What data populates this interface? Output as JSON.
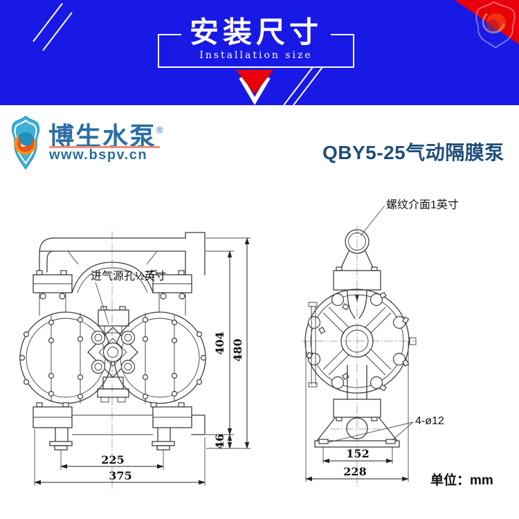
{
  "banner": {
    "title": "安装尺寸",
    "subtitle": "Installation size",
    "arrow_icon": "triangle-down",
    "background_color": "#1919e6",
    "accent_color": "#e80008"
  },
  "logo": {
    "brand": "博生水泵",
    "reg_mark": "®",
    "url": "www.bspv.cn",
    "badge_icon": "shield-phoenix",
    "brand_color": "#2a6da4",
    "underline_color": "#f28b80"
  },
  "product": {
    "title": "QBY5-25气动隔膜泵",
    "title_color": "#1f4e79"
  },
  "drawing": {
    "unit_label": "单位：mm",
    "front_view": {
      "air_inlet_label": "进气源孔½英寸",
      "dims": {
        "body_height": "404",
        "total_height": "480",
        "base_offset": "46",
        "feet_span": "225",
        "total_width": "375"
      }
    },
    "side_view": {
      "thread_label": "螺纹介面1英寸",
      "mount_holes_label": "4-ø12",
      "dims": {
        "slot_span": "152",
        "total_width": "228"
      }
    }
  }
}
